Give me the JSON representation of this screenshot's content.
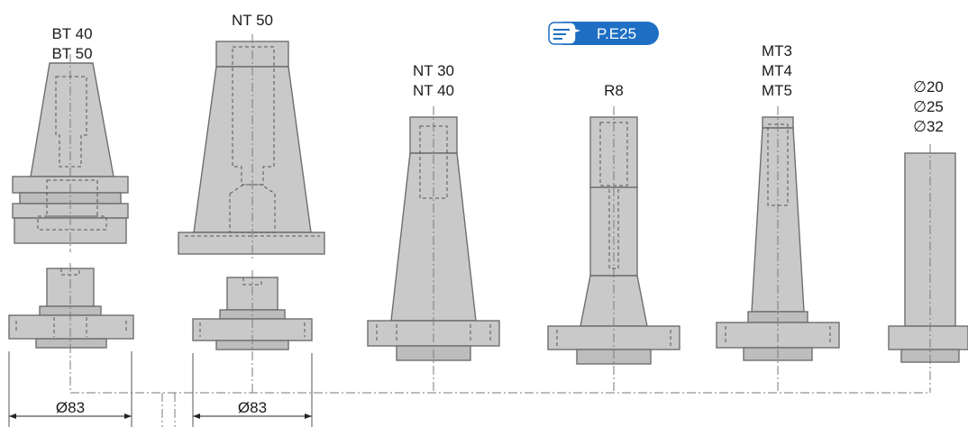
{
  "badge": {
    "text": "P.E25",
    "color": "#1e6fc4"
  },
  "labels": {
    "bt": [
      "BT 40",
      "BT 50"
    ],
    "nt50": [
      "NT 50"
    ],
    "nt3040": [
      "NT 30",
      "NT 40"
    ],
    "r8": [
      "R8"
    ],
    "mt": [
      "MT3",
      "MT4",
      "MT5"
    ],
    "dia": [
      "∅20",
      "∅25",
      "∅32"
    ]
  },
  "dimensions": {
    "left": "Ø83",
    "right": "Ø83"
  },
  "icons": {
    "badge_icon": "pointing-hand-icon"
  }
}
